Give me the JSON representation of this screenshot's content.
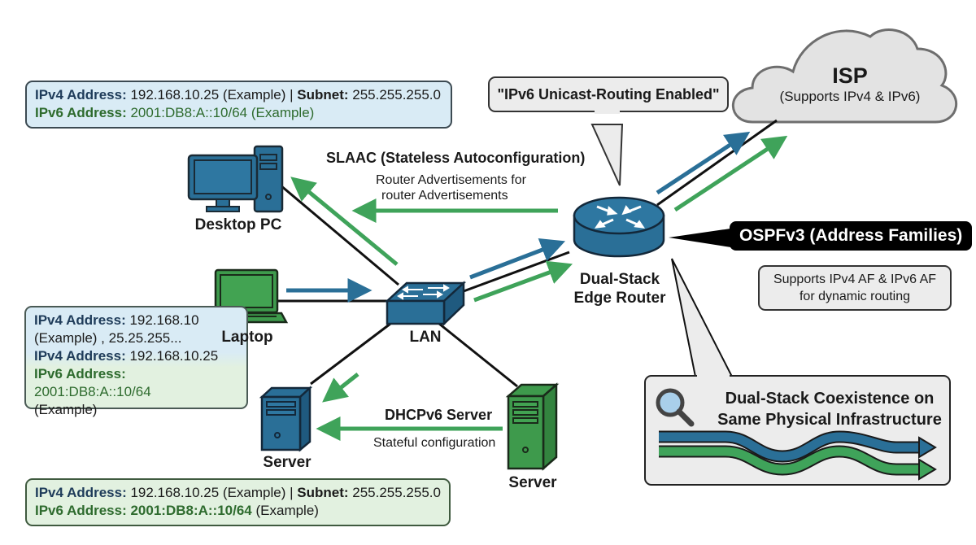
{
  "colors": {
    "ipv4_blue": "#2a6f97",
    "ipv6_green": "#3fa35a",
    "device_blue": "#2a6f97",
    "device_green": "#3e9a4c",
    "link_black": "#111111",
    "callout_gray": "#ececec",
    "ospf_black": "#000000"
  },
  "devices": {
    "desktop": {
      "label": "Desktop PC",
      "icon": "desktop-pc-icon"
    },
    "laptop": {
      "label": "Laptop",
      "icon": "laptop-icon"
    },
    "switch": {
      "label": "LAN",
      "icon": "switch-icon"
    },
    "router": {
      "label_line1": "Dual-Stack",
      "label_line2": "Edge Router",
      "icon": "router-icon"
    },
    "server_left": {
      "label": "Server",
      "icon": "server-icon"
    },
    "server_right": {
      "label": "Server",
      "icon": "server-icon"
    },
    "isp": {
      "title": "ISP",
      "subtitle": "(Supports IPv4 & IPv6)",
      "icon": "cloud-icon"
    }
  },
  "info_boxes": {
    "top": {
      "ipv4_key": "IPv4 Address:",
      "ipv4_value": " 192.168.10.25 (Example) | ",
      "subnet_key": "Subnet:",
      "subnet_value": " 255.255.255.0",
      "ipv6_key": "IPv6 Address:",
      "ipv6_value": " 2001:DB8:A::10/64 (Example)"
    },
    "middle": {
      "line1_key": "IPv4 Address:",
      "line1_value": " 192.168.10",
      "line2": "(Example) ,  25.25.255...",
      "line3_key": "IPv4 Address:",
      "line3_value": " 192.168.10.25",
      "line4_key": "IPv6 Address:",
      "line4_value": " 2001:DB8:A::10/64",
      "line5": "(Example)"
    },
    "bottom": {
      "ipv4_key": "IPv4 Address:",
      "ipv4_value": " 192.168.10.25 (Example) | ",
      "subnet_key": "Subnet:",
      "subnet_value": " 255.255.255.0",
      "ipv6_key": "IPv6 Address: 2001:DB8:A::10/64",
      "ipv6_value": " (Example)"
    }
  },
  "annotations": {
    "slaac_title": "SLAAC (Stateless Autoconfiguration)",
    "slaac_sub1": "Router Advertisements for",
    "slaac_sub2": "router Advertisements",
    "dhcp_title": "DHCPv6 Server",
    "dhcp_sub": "Stateful configuration",
    "unicast_callout": "\"IPv6 Unicast-Routing Enabled\"",
    "ospf_title": "OSPFv3 (Address Families)",
    "ospf_sub1": "Supports IPv4 AF & IPv6 AF",
    "ospf_sub2": "for dynamic routing",
    "coexist_line1": "Dual-Stack Coexistence on",
    "coexist_line2": "Same Physical Infrastructure",
    "coexist_icon": "magnifier-icon"
  }
}
